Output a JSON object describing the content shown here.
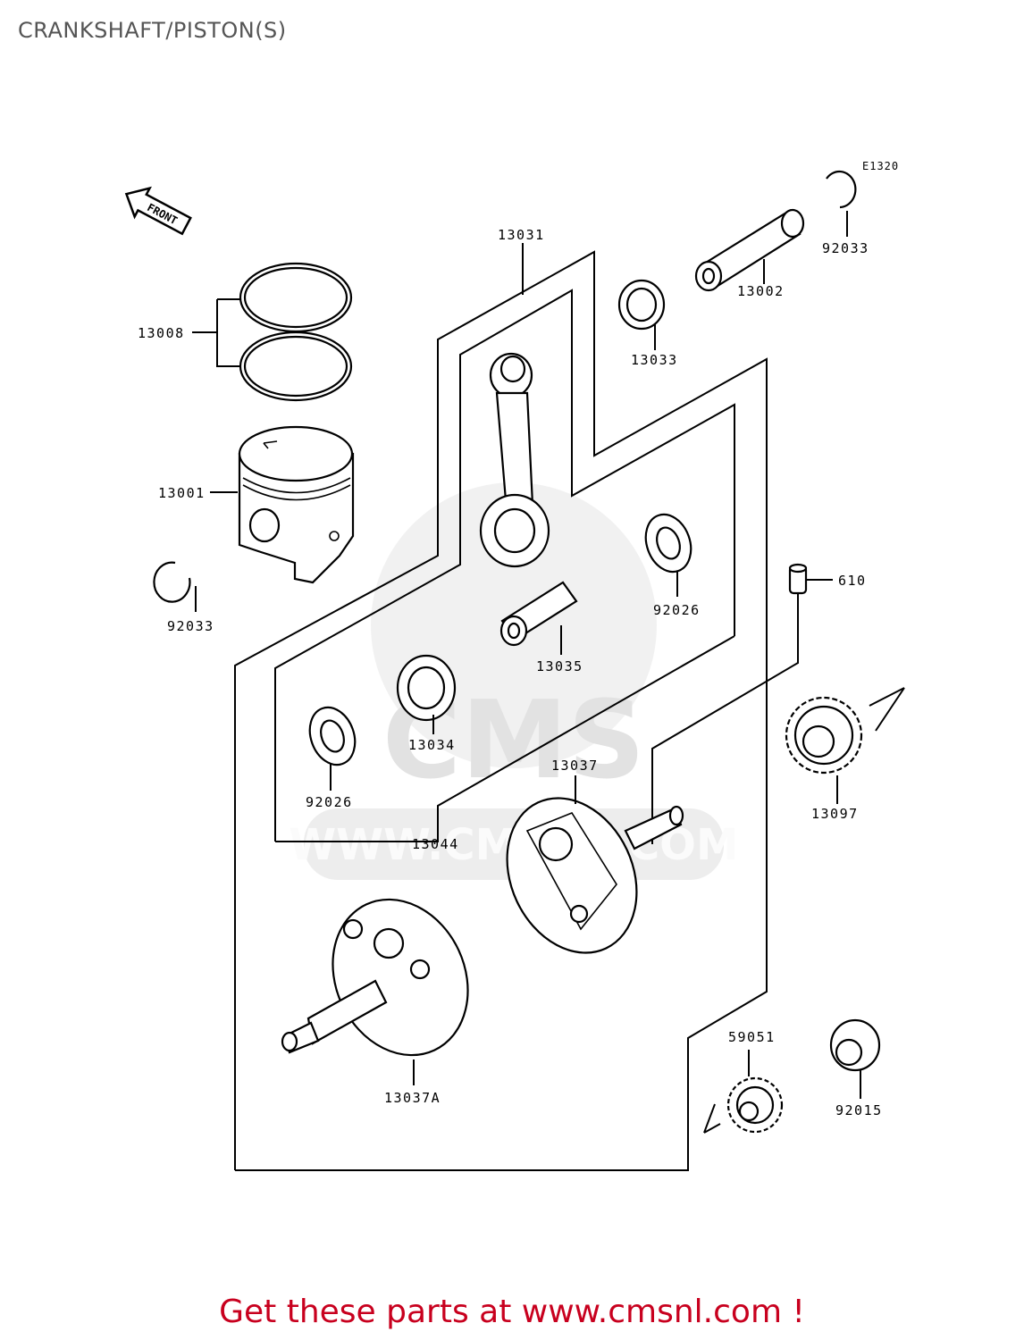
{
  "page": {
    "title": "CRANKSHAFT/PISTON(S)",
    "diagram_code": "E1320",
    "front_badge": "FRONT",
    "watermark": "WWW.CMSNL.COM",
    "watermark_logo": "CMS",
    "footer_cta": "Get these parts at www.cmsnl.com !"
  },
  "parts": [
    {
      "id": "p-13031",
      "number": "13031"
    },
    {
      "id": "p-92033-right",
      "number": "92033"
    },
    {
      "id": "p-13002",
      "number": "13002"
    },
    {
      "id": "p-13033",
      "number": "13033"
    },
    {
      "id": "p-13008",
      "number": "13008"
    },
    {
      "id": "p-13001",
      "number": "13001"
    },
    {
      "id": "p-92033-left",
      "number": "92033"
    },
    {
      "id": "p-92026-right",
      "number": "92026"
    },
    {
      "id": "p-610",
      "number": "610"
    },
    {
      "id": "p-13035",
      "number": "13035"
    },
    {
      "id": "p-13034",
      "number": "13034"
    },
    {
      "id": "p-13037",
      "number": "13037"
    },
    {
      "id": "p-92026-left",
      "number": "92026"
    },
    {
      "id": "p-13044",
      "number": "13044"
    },
    {
      "id": "p-13097",
      "number": "13097"
    },
    {
      "id": "p-13037a",
      "number": "13037A"
    },
    {
      "id": "p-59051",
      "number": "59051"
    },
    {
      "id": "p-92015",
      "number": "92015"
    }
  ]
}
